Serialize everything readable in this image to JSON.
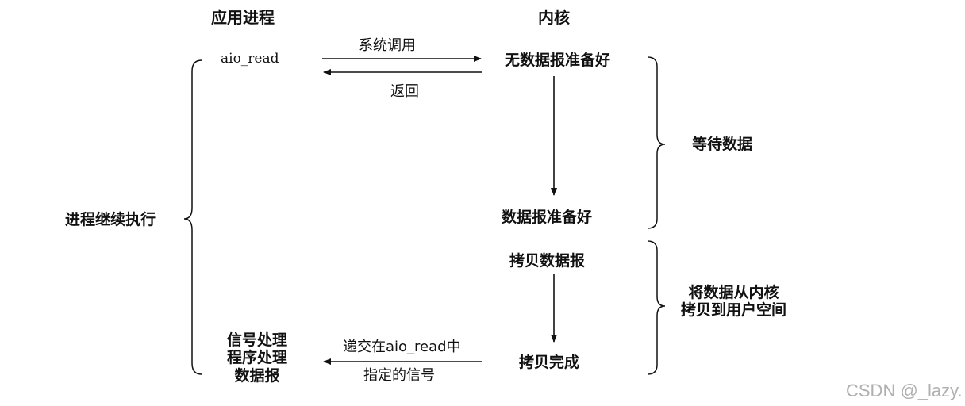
{
  "headers": {
    "app_process": "应用进程",
    "kernel": "内核"
  },
  "app": {
    "aio_read": "aio_read",
    "continue": "进程继续执行",
    "signal_handler_line1": "信号处理",
    "signal_handler_line2": "程序处理",
    "signal_handler_line3": "数据报"
  },
  "arrows": {
    "syscall": "系统调用",
    "return": "返回",
    "deliver_line1": "递交在aio_read中",
    "deliver_line2": "指定的信号"
  },
  "kernel": {
    "no_datagram": "无数据报准备好",
    "datagram_ready": "数据报准备好",
    "copy_datagram": "拷贝数据报",
    "copy_done": "拷贝完成"
  },
  "phases": {
    "wait": "等待数据",
    "copy_line1": "将数据从内核",
    "copy_line2": "拷贝到用户空间"
  },
  "watermark": "CSDN @_lazy."
}
